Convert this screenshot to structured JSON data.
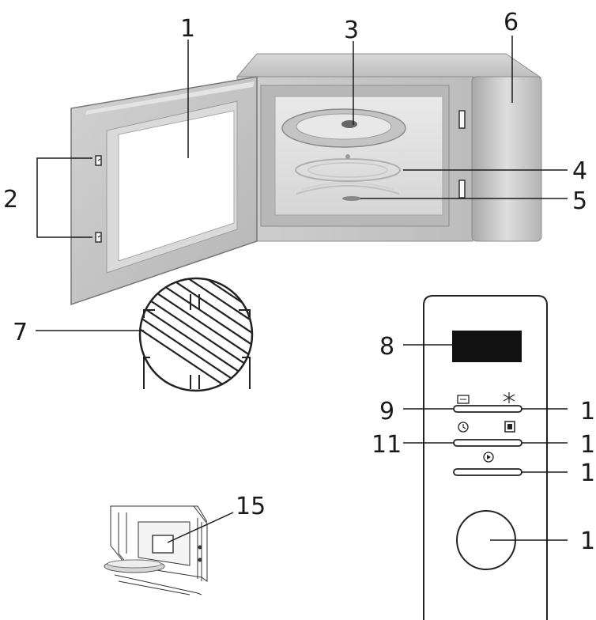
{
  "callouts": {
    "n1": "1",
    "n2": "2",
    "n3": "3",
    "n4": "4",
    "n5": "5",
    "n6": "6",
    "n7": "7",
    "n8": "8",
    "n9": "9",
    "n10": "1",
    "n11": "11",
    "n12": "1",
    "n13": "1",
    "n14": "1",
    "n15": "15"
  },
  "colors": {
    "line": "#1a1a1a",
    "body_light": "#e6e6e6",
    "body_mid": "#c9c9c9",
    "body_dark": "#9a9a9a",
    "display": "#111111"
  },
  "icons": {
    "button_9_left": "auto-menu-icon",
    "button_9_right": "defrost-snowflake-icon",
    "button_11_left": "clock-icon",
    "button_11_right": "stop-square-icon",
    "button_13": "start-play-icon"
  }
}
